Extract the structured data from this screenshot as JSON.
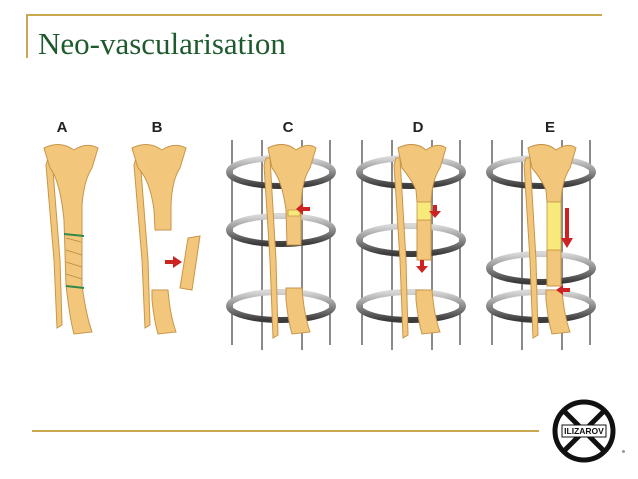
{
  "slide": {
    "title": "Neo-vascularisation"
  },
  "figure": {
    "panel_labels": [
      "A",
      "B",
      "C",
      "D",
      "E"
    ],
    "colors": {
      "bone_fill": "#f2c77b",
      "bone_stroke": "#c8954a",
      "frame_ring": "#9a9a9a",
      "regenerate": "#f7e97a",
      "arrow": "#cc2222",
      "rule": "#c8a951",
      "title": "#1f5a2e"
    }
  },
  "logo": {
    "text": "ILIZAROV",
    "icon": "ilizarov-logo-icon"
  }
}
